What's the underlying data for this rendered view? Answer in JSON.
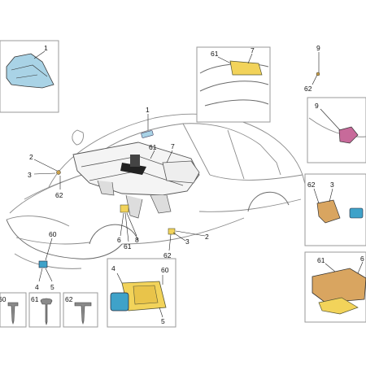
{
  "callouts": {
    "tl_inset": "1",
    "top_inset_61": "61",
    "top_inset_7": "7",
    "top_inset_9": "9",
    "top_inset_62": "62",
    "main_1": "1",
    "main_61": "61",
    "main_7": "7",
    "left_2": "2",
    "left_3": "3",
    "left_62": "62",
    "bumper_60": "60",
    "bumper_4": "4",
    "bumper_5": "5",
    "center_6": "6",
    "center_61": "61",
    "center_8": "8",
    "center_62": "62",
    "center_3": "3",
    "center_2": "2",
    "right_9": "9",
    "right_mid_62": "62",
    "right_mid_3": "3",
    "right_bot_61": "61",
    "right_bot_6": "6",
    "bottom_inset_4": "4",
    "bottom_inset_60": "60",
    "bottom_inset_5": "5"
  },
  "fasteners": [
    {
      "label": "60"
    },
    {
      "label": "61"
    },
    {
      "label": "62"
    }
  ],
  "colors": {
    "module_blue": "#a9d3e6",
    "module_yellow": "#f2d35a",
    "module_pink": "#c76a9a",
    "module_tan": "#d9a560",
    "module_teal": "#3fa2c9"
  }
}
